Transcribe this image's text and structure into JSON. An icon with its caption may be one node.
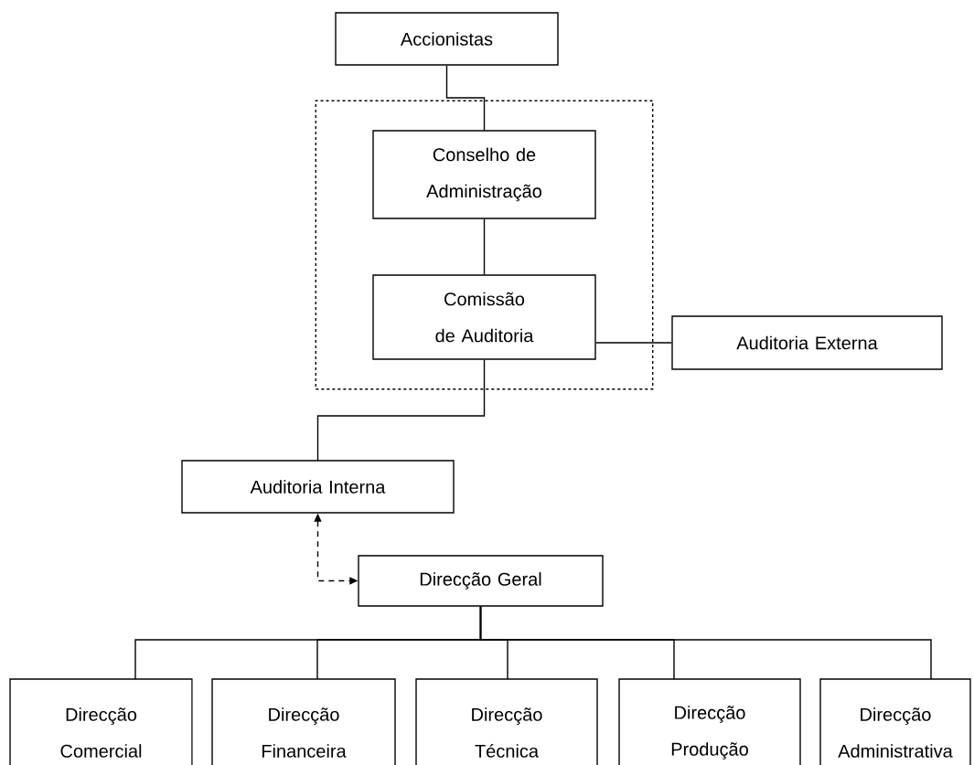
{
  "diagram": {
    "nodes": [
      {
        "text": [
          "Accionistas"
        ]
      },
      {
        "text": [],
        "shape": "box"
      },
      {
        "text": [
          "Conselho de Administração"
        ],
        "in": 1
      },
      {
        "text": [
          "Comissão de Auditoria"
        ],
        "in": 1
      },
      {
        "text": [
          "Auditoria Externa"
        ]
      },
      {
        "text": [
          "Auditoria Interna"
        ]
      },
      {
        "text": [
          "Direcção Geral"
        ]
      },
      {
        "text": [
          "Direcção Comercial"
        ]
      },
      {
        "text": [
          "Direcção Financeira"
        ]
      },
      {
        "text": [
          "Direcção Técnica"
        ]
      },
      {
        "text": [
          "Direcção Produção"
        ]
      },
      {
        "text": [
          "Direcção Administrativa"
        ]
      }
    ],
    "edges": [
      {
        "from": 0,
        "to": 2,
        "arrow": "none"
      },
      {
        "from": 2,
        "to": 3,
        "arrow": "none"
      },
      {
        "from": 3,
        "to": 4,
        "arrow": "none"
      },
      {
        "from": 3,
        "to": 5,
        "arrow": "none"
      },
      {
        "from": 5,
        "to": 6,
        "arrow": "both",
        "style": "dashed"
      },
      {
        "from": 6,
        "to": 7,
        "arrow": "none"
      },
      {
        "from": 6,
        "to": 8,
        "arrow": "none"
      },
      {
        "from": 6,
        "to": 9,
        "arrow": "none"
      },
      {
        "from": 6,
        "to": 10,
        "arrow": "none"
      },
      {
        "from": 6,
        "to": 11,
        "arrow": "none"
      }
    ]
  }
}
